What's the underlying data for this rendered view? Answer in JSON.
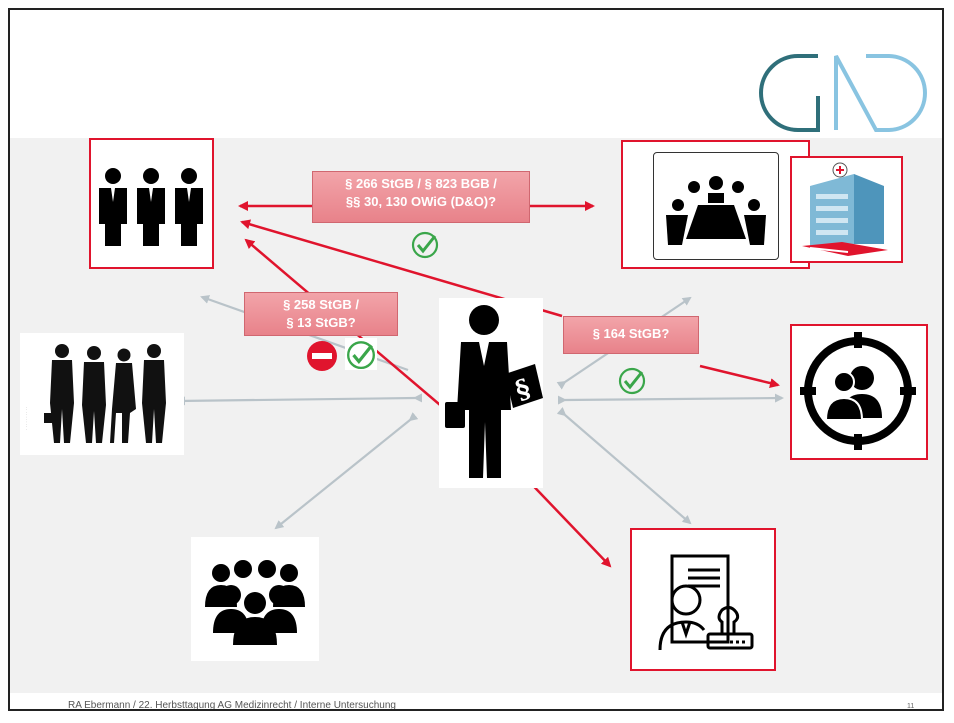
{
  "callouts": {
    "top": [
      "§ 266 StGB / § 823 BGB /",
      "§§ 30, 130 OWiG (D&O)?"
    ],
    "left": [
      "§ 258 StGB /",
      "§ 13 StGB?"
    ],
    "right": "§ 164 StGB?"
  },
  "icons": {
    "executives": "three-businessmen-icon",
    "board": "board-meeting-icon",
    "hospital": "hospital-building-icon",
    "team_photo": "business-team-silhouette-icon",
    "lawyer": "lawyer-with-paragraph-icon",
    "target": "target-group-icon",
    "employees": "employee-group-icon",
    "notary": "notary-document-stamp-icon",
    "logo": "gnd-logo",
    "check": "check-icon",
    "prohibited": "no-entry-icon"
  },
  "colors": {
    "accent": "#e0142d",
    "callout": "#ea8c93",
    "check": "#3aa64a",
    "arrow_grey": "#b9c3c9",
    "logo_teal": "#2f6f7a",
    "logo_blue": "#89c4e1"
  },
  "footer": {
    "text": "RA Ebermann / 22. Herbsttagung AG Medizinrecht / Interne Untersuchung",
    "page_number": "11"
  }
}
